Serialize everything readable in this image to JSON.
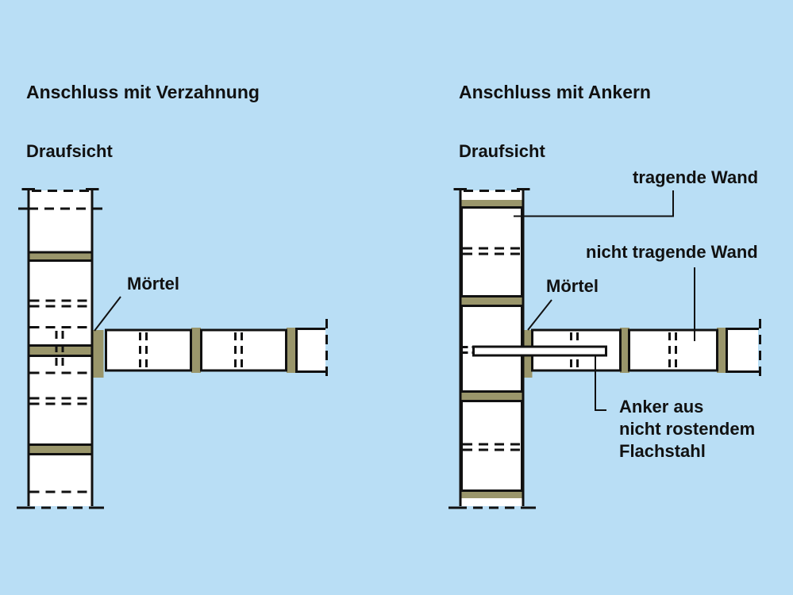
{
  "colors": {
    "background": "#b9def5",
    "block_fill": "#ffffff",
    "mortar": "#9a966b",
    "line": "#111111",
    "text": "#111111"
  },
  "left_panel": {
    "title": "Anschluss mit Verzahnung",
    "view_label": "Draufsicht",
    "labels": {
      "mortar": "Mörtel"
    }
  },
  "right_panel": {
    "title": "Anschluss mit Ankern",
    "view_label": "Draufsicht",
    "labels": {
      "load_bearing_wall": "tragende Wand",
      "non_load_bearing_wall": "nicht tragende Wand",
      "mortar": "Mörtel",
      "anchor_line1": "Anker aus",
      "anchor_line2": "nicht rostendem",
      "anchor_line3": "Flachstahl"
    }
  }
}
